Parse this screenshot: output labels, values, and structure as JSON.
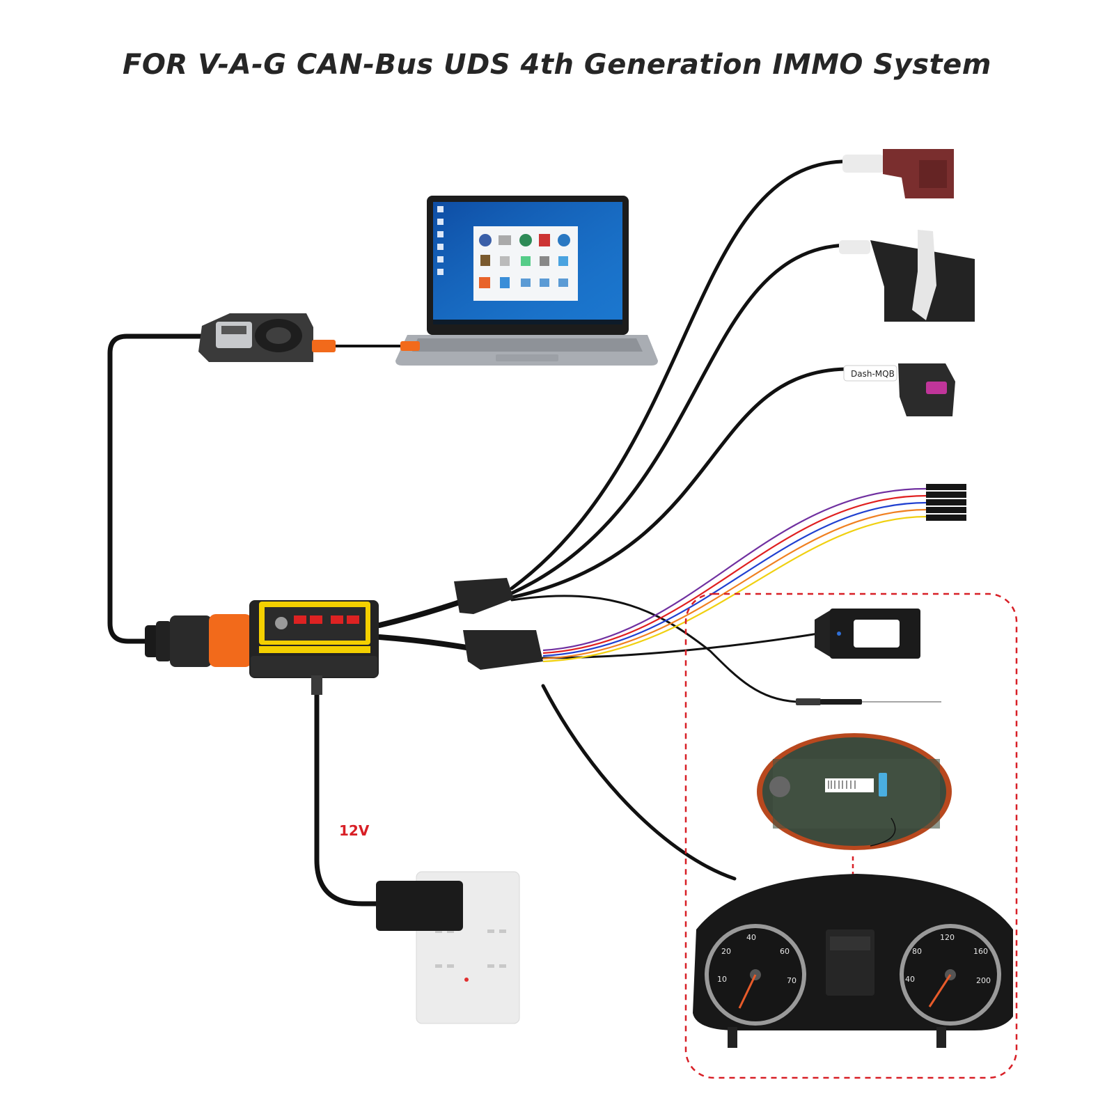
{
  "title": "FOR V-A-G CAN-Bus UDS 4th Generation IMMO System",
  "labels": {
    "dash_connector": "Dash-MQB",
    "power": "12V"
  },
  "colors": {
    "power_label": "#d81f26",
    "dashed_outline": "#d81f26",
    "cable": "#111111",
    "adapter_orange": "#f26a1b",
    "connector_maroon": "#7a2e2e",
    "connector_pink": "#c0359a",
    "laptop_screen": "#1565c0",
    "wire_red": "#e02020",
    "wire_blue": "#2040d0",
    "wire_orange": "#f08020",
    "wire_yellow": "#f0d010",
    "wire_purple": "#7030a0"
  },
  "icons": [
    "laptop-icon",
    "key-programmer-icon",
    "test-platform-icon",
    "maroon-connector-icon",
    "black-white-connector-icon",
    "mqb-connector-icon",
    "dupont-pins-icon",
    "rfid-coil-icon",
    "probe-pen-icon",
    "cluster-board-icon",
    "instrument-cluster-icon",
    "power-adapter-icon",
    "power-strip-icon"
  ]
}
